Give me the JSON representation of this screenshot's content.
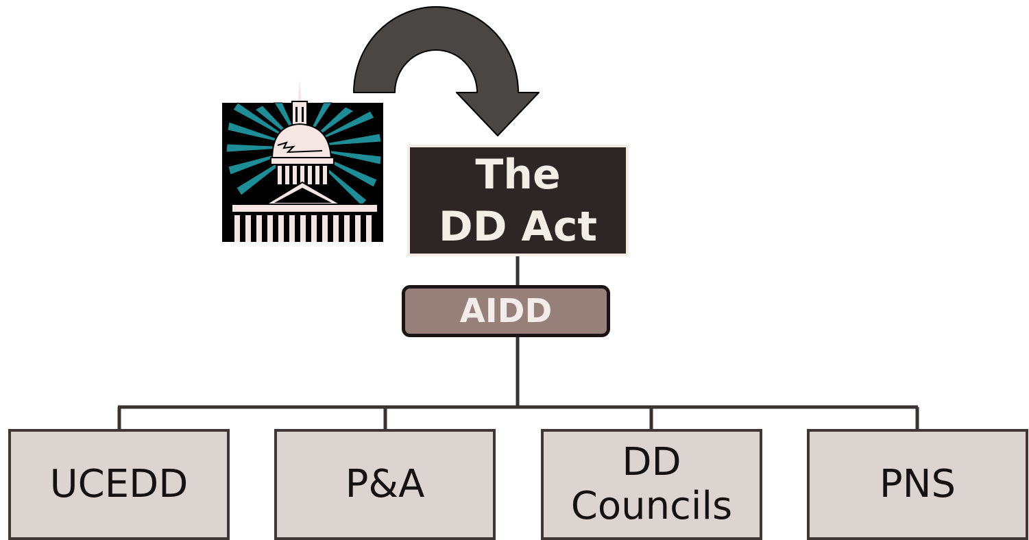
{
  "diagram": {
    "top_box": {
      "line1": "The",
      "line2": "DD Act"
    },
    "middle_box": {
      "label": "AIDD"
    },
    "programs": [
      {
        "line1": "UCEDD",
        "line2": ""
      },
      {
        "line1": "P&A",
        "line2": ""
      },
      {
        "line1": "DD",
        "line2": "Councils"
      },
      {
        "line1": "PNS",
        "line2": ""
      }
    ],
    "icons": {
      "capitol": "capitol-building-icon",
      "arrow": "curved-arrow-icon"
    },
    "colors": {
      "top_box": "#2e2624",
      "middle_box": "#978079",
      "program_box": "#dcd4d1",
      "arrow": "#4a4644",
      "capitol_rays": "#1d8e98"
    }
  }
}
